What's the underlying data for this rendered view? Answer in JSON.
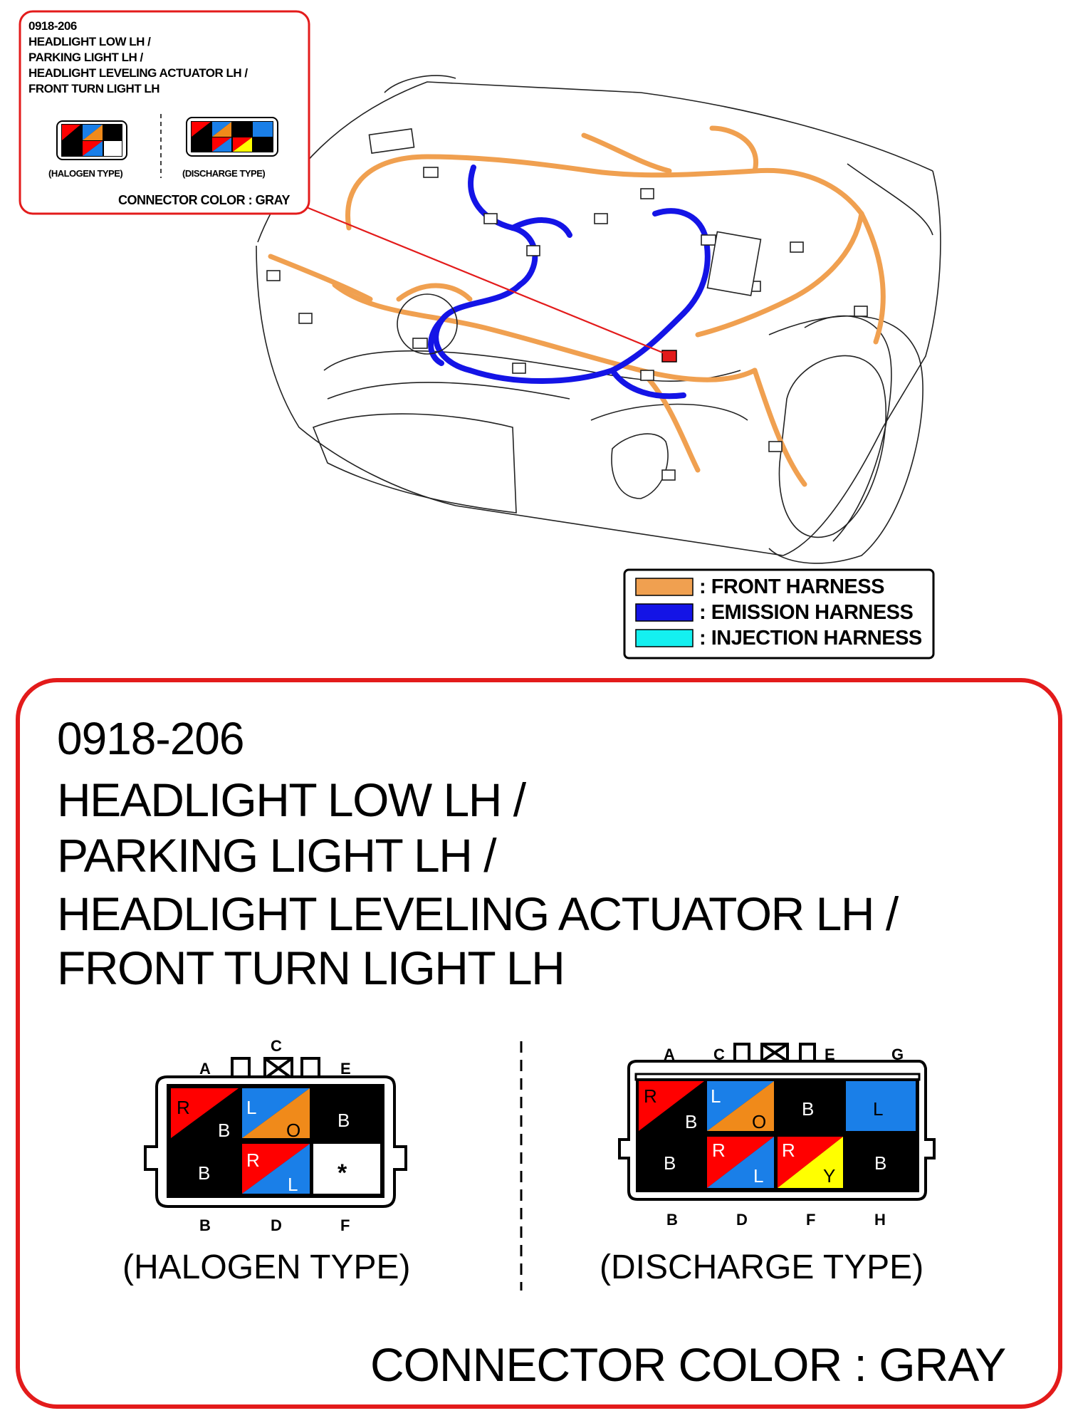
{
  "connector": {
    "code": "0918-206",
    "title_lines": [
      "HEADLIGHT LOW LH /",
      "PARKING LIGHT LH /",
      "HEADLIGHT LEVELING ACTUATOR LH /",
      "FRONT TURN LIGHT LH"
    ],
    "color_note": "CONNECTOR COLOR : GRAY"
  },
  "legend": [
    {
      "label": ": FRONT HARNESS",
      "color": "#f0a050"
    },
    {
      "label": ": EMISSION HARNESS",
      "color": "#1414e6"
    },
    {
      "label": ": INJECTION HARNESS",
      "color": "#14f0f0"
    }
  ],
  "halogen": {
    "caption": "(HALOGEN TYPE)",
    "pins_top": [
      "A",
      "C",
      "E"
    ],
    "pins_bottom": [
      "B",
      "D",
      "F"
    ],
    "cells": [
      {
        "pin": "A",
        "wire": [
          "R",
          "B"
        ]
      },
      {
        "pin": "C",
        "wire": [
          "L",
          "O"
        ]
      },
      {
        "pin": "E",
        "wire": [
          "B"
        ]
      },
      {
        "pin": "B",
        "wire": [
          "B"
        ]
      },
      {
        "pin": "D",
        "wire": [
          "R",
          "L"
        ]
      },
      {
        "pin": "F",
        "wire": [
          "*"
        ]
      }
    ]
  },
  "discharge": {
    "caption": "(DISCHARGE TYPE)",
    "pins_top": [
      "A",
      "C",
      "E",
      "G"
    ],
    "pins_bottom": [
      "B",
      "D",
      "F",
      "H"
    ],
    "cells": [
      {
        "pin": "A",
        "wire": [
          "R",
          "B"
        ]
      },
      {
        "pin": "C",
        "wire": [
          "L",
          "O"
        ]
      },
      {
        "pin": "E",
        "wire": [
          "B"
        ]
      },
      {
        "pin": "G",
        "wire": [
          "L"
        ]
      },
      {
        "pin": "B",
        "wire": [
          "B"
        ]
      },
      {
        "pin": "D",
        "wire": [
          "R",
          "L"
        ]
      },
      {
        "pin": "F",
        "wire": [
          "R",
          "Y"
        ]
      },
      {
        "pin": "H",
        "wire": [
          "B"
        ]
      }
    ]
  },
  "colors": {
    "red": "#ff0000",
    "black": "#000000",
    "blue": "#1a7fe8",
    "orange": "#f08a1a",
    "yellow": "#ffff00",
    "white": "#ffffff",
    "frame": "#e31b1b"
  }
}
